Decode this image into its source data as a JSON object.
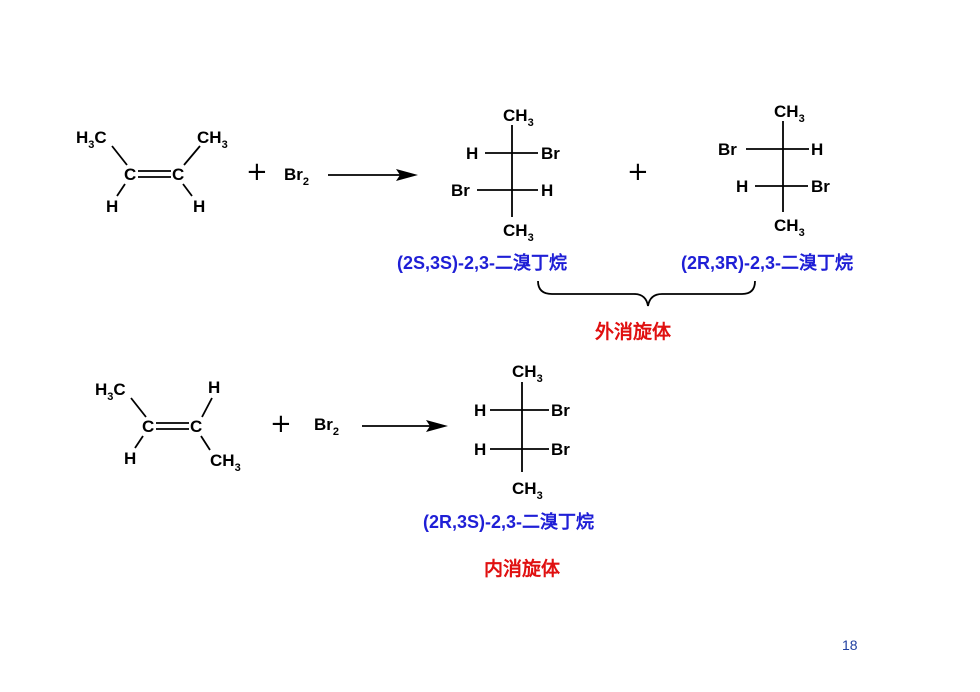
{
  "reaction1": {
    "reactant": {
      "h3c": "H",
      "h3c_sub": "3",
      "h3c_tail": "C",
      "ch3": "CH",
      "ch3_sub": "3",
      "c_left": "C",
      "c_right": "C",
      "h_left": "H",
      "h_right": "H"
    },
    "plus": "+",
    "reagent": {
      "text": "Br",
      "sub": "2"
    },
    "product1": {
      "top_ch3": "CH",
      "top_sub": "3",
      "row1_left": "H",
      "row1_right": "Br",
      "row2_left": "Br",
      "row2_right": "H",
      "bottom_ch3": "CH",
      "bottom_sub": "3",
      "name": "(2S,3S)-2,3-二溴丁烷"
    },
    "plus2": "+",
    "product2": {
      "top_ch3": "CH",
      "top_sub": "3",
      "row1_left": "Br",
      "row1_right": "H",
      "row2_left": "H",
      "row2_right": "Br",
      "bottom_ch3": "CH",
      "bottom_sub": "3",
      "name": "(2R,3R)-2,3-二溴丁烷"
    },
    "result_label": "外消旋体"
  },
  "reaction2": {
    "reactant": {
      "h3c": "H",
      "h3c_sub": "3",
      "h3c_tail": "C",
      "h_top": "H",
      "c_left": "C",
      "c_right": "C",
      "h_bottom": "H",
      "ch3": "CH",
      "ch3_sub": "3"
    },
    "plus": "+",
    "reagent": {
      "text": "Br",
      "sub": "2"
    },
    "product": {
      "top_ch3": "CH",
      "top_sub": "3",
      "row1_left": "H",
      "row1_right": "Br",
      "row2_left": "H",
      "row2_right": "Br",
      "bottom_ch3": "CH",
      "bottom_sub": "3",
      "name": "(2R,3S)-2,3-二溴丁烷"
    },
    "result_label": "内消旋体"
  },
  "page_number": "18",
  "colors": {
    "name_blue": "#1f1fd6",
    "label_red": "#e01010",
    "page_number": "#1f3f9f"
  }
}
